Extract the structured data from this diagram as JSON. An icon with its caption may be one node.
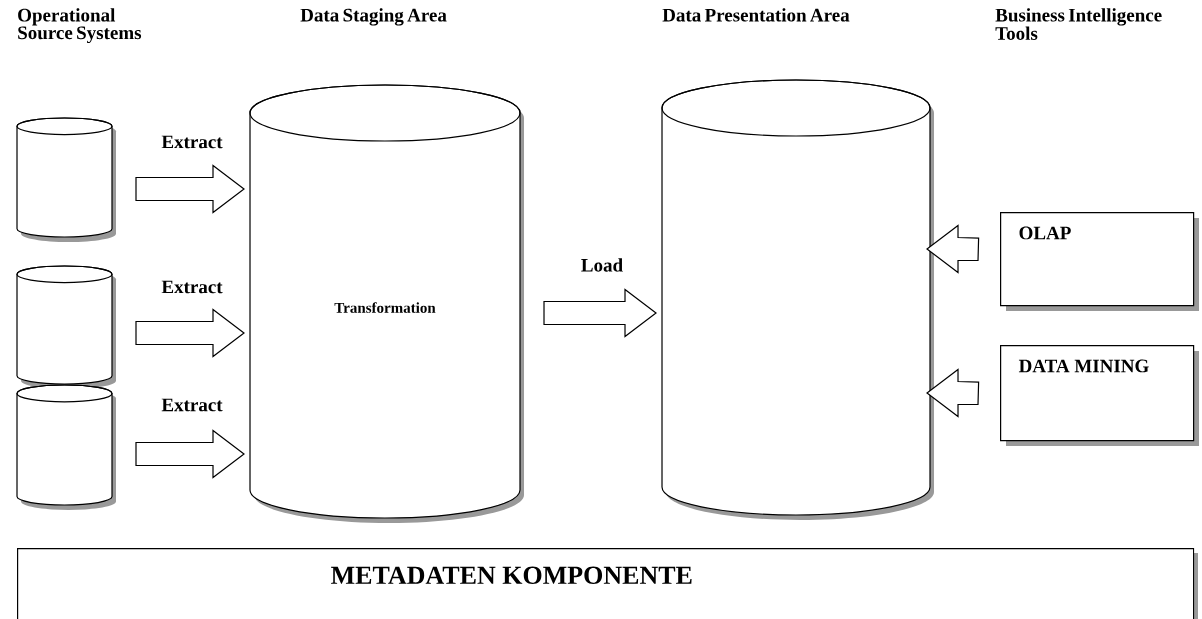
{
  "diagram": {
    "nodes": [
      {
        "text": [],
        "shape": "cylinder"
      },
      {
        "text": [],
        "shape": "cylinder"
      },
      {
        "text": [],
        "shape": "cylinder"
      },
      {
        "text": [
          "Transformation"
        ]
      },
      {
        "text": [],
        "shape": "cylinder"
      },
      {
        "text": [
          "OLAP"
        ]
      },
      {
        "text": [
          "DATA MINING"
        ]
      },
      {
        "text": [
          "METADATEN KOMPONENTE"
        ]
      }
    ],
    "edges": [
      {
        "from": 0,
        "to": 3,
        "arrow": "to",
        "label": "Extract"
      },
      {
        "from": 1,
        "to": 3,
        "arrow": "to",
        "label": "Extract"
      },
      {
        "from": 2,
        "to": 3,
        "arrow": "to",
        "label": "Extract"
      },
      {
        "from": 3,
        "to": 4,
        "arrow": "to",
        "label": "Load"
      },
      {
        "from": 5,
        "to": 4,
        "arrow": "to"
      },
      {
        "from": 6,
        "to": 4,
        "arrow": "to"
      }
    ],
    "labels": [
      "Operational Source Systems",
      "Data Staging Area",
      "Data Presentation Area",
      "Business Intelligence Tools"
    ]
  }
}
